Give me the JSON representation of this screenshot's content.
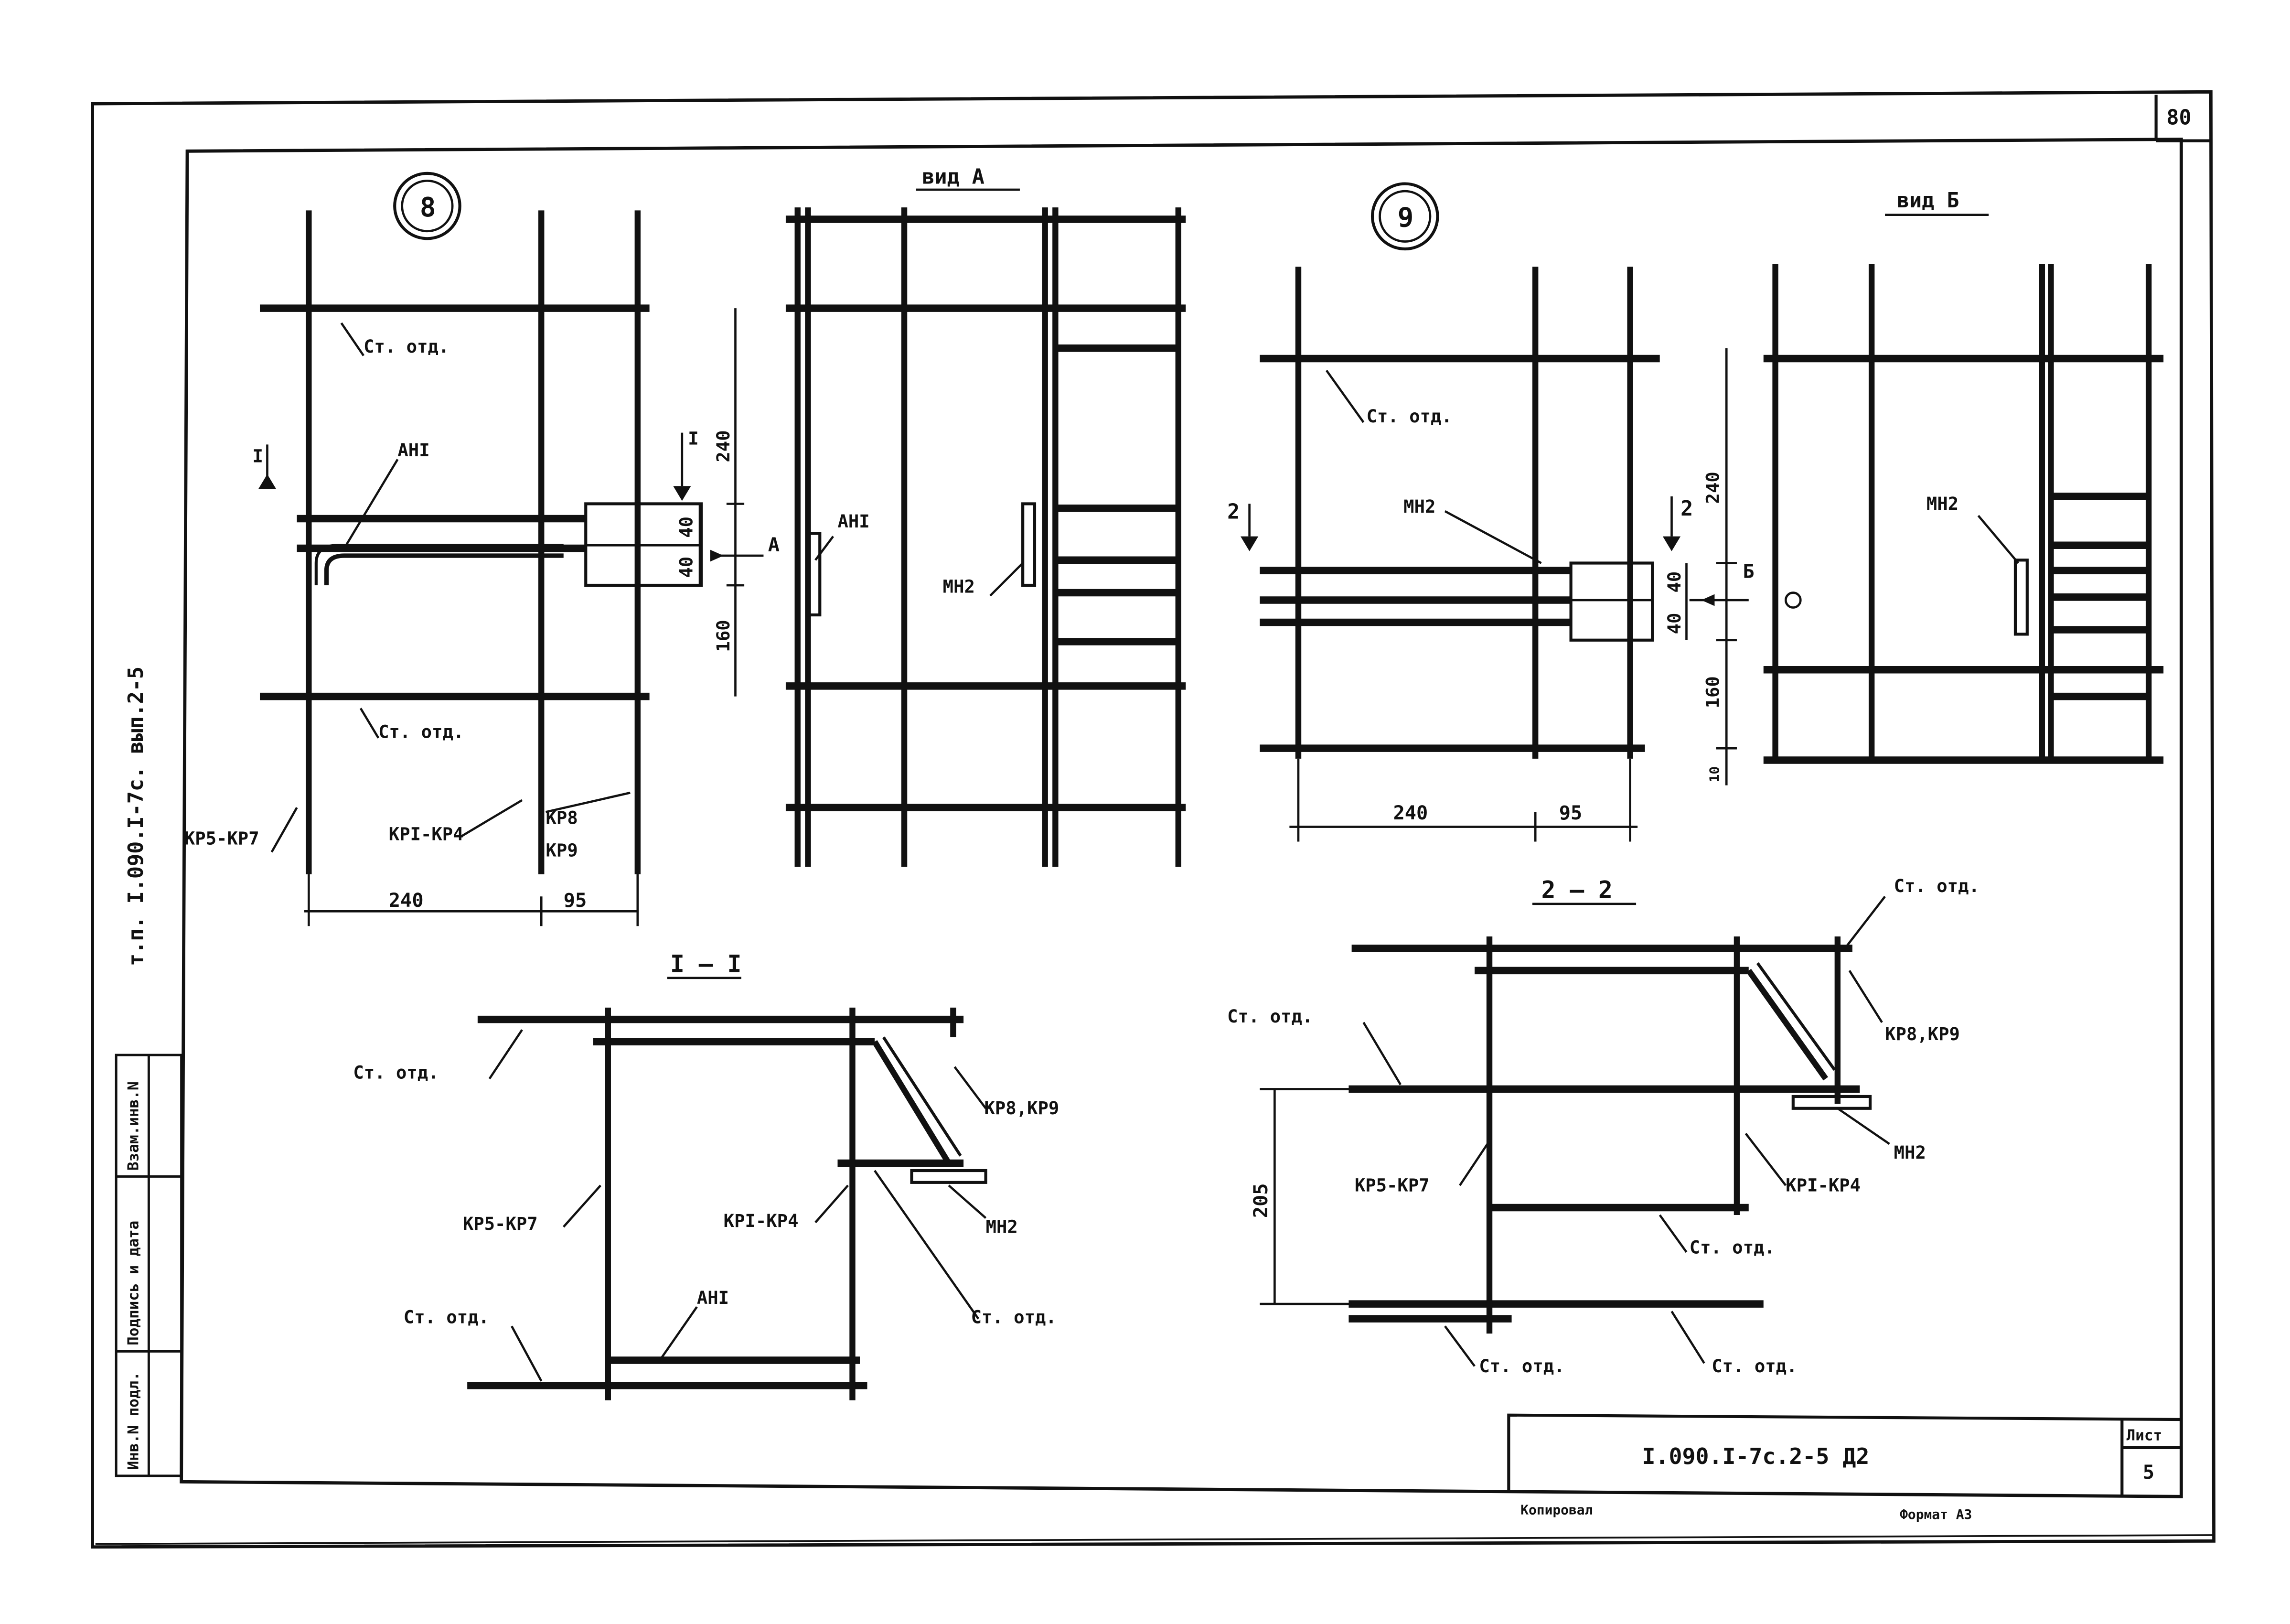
{
  "sheet": {
    "page_number": "80",
    "side_code": "т.п. I.090.I-7с. вып.2-5",
    "stamp": {
      "cells": [
        "Инв.N подл.",
        "Подпись и дата",
        "Взам.инв.N"
      ]
    },
    "title_block": {
      "code": "I.090.I-7с.2-5 Д2",
      "sheet_label": "Лист",
      "sheet_number": "5"
    },
    "footer": {
      "copied": "Копировал",
      "format": "Формат А3"
    }
  },
  "node8": {
    "number": "8",
    "labels": {
      "st_otd_top": "Ст. отд.",
      "st_otd_bottom": "Ст. отд.",
      "an": "АНI",
      "kr5": "КР5-КР7",
      "kr1": "КРI-КР4",
      "kr8": "КР8",
      "kr9": "КР9"
    },
    "section_marks": [
      "I",
      "I"
    ],
    "view_mark": "А",
    "dims": {
      "d240v": "240",
      "d40a": "40",
      "d40b": "40",
      "d160": "160",
      "d240h": "240",
      "d95": "95"
    }
  },
  "viewA": {
    "title": "вид А",
    "an": "АНI",
    "mn": "МН2"
  },
  "node9": {
    "number": "9",
    "labels": {
      "st_otd": "Ст. отд.",
      "mn": "МН2"
    },
    "section_marks": [
      "2",
      "2"
    ],
    "view_mark": "Б",
    "dims": {
      "d240v": "240",
      "d40a": "40",
      "d40b": "40",
      "d160": "160",
      "d10": "10",
      "d240h": "240",
      "d95": "95"
    }
  },
  "viewB": {
    "title": "вид Б",
    "mn": "МН2"
  },
  "sec1": {
    "title": "I — I",
    "labels": {
      "st_otd_1": "Ст. отд.",
      "kr8": "КР8,КР9",
      "kr1": "КРI-КР4",
      "mn": "МН2",
      "kr5": "КР5-КР7",
      "st_otd_2": "Ст. отд.",
      "an": "АНI",
      "st_otd_3": "Ст. отд."
    }
  },
  "sec2": {
    "title": "2 — 2",
    "labels": {
      "st_otd_1": "Ст. отд.",
      "kr8": "КР8,КР9",
      "st_otd_2": "Ст. отд.",
      "mn": "МН2",
      "kr5": "КР5-КР7",
      "kr1": "КРI-КР4",
      "st_otd_3": "Ст. отд.",
      "st_otd_4": "Ст. отд.",
      "st_otd_5": "Ст. отд."
    },
    "dim": "205"
  }
}
